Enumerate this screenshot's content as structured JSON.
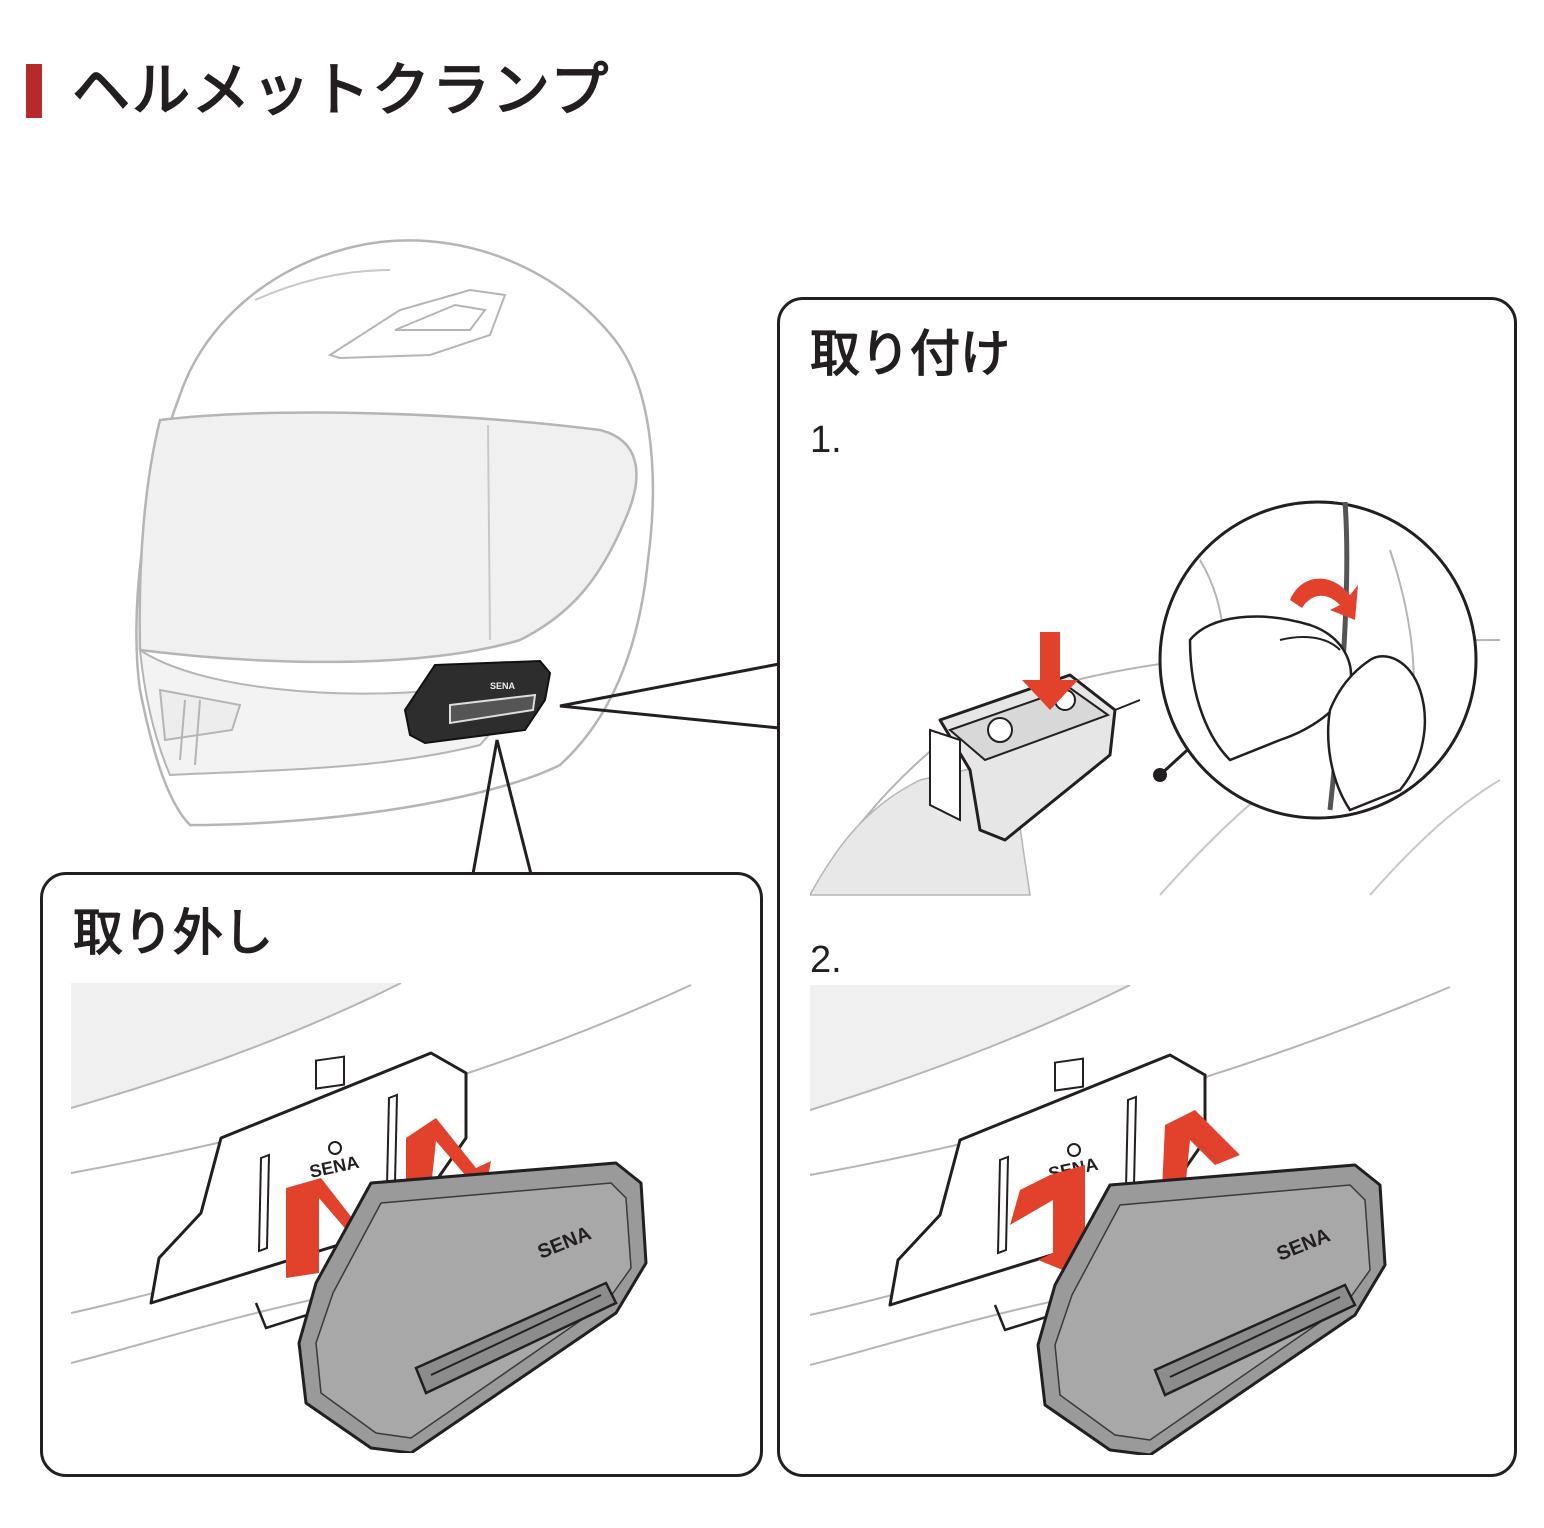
{
  "page": {
    "title": "ヘルメットクランプ",
    "accent_color": "#b52a2a",
    "arrow_color": "#e2412b"
  },
  "removal": {
    "title": "取り外し"
  },
  "attachment": {
    "title": "取り付け",
    "steps": [
      {
        "number": "1."
      },
      {
        "number": "2."
      }
    ]
  },
  "illustrations": {
    "helmet": {
      "brand": "SENA"
    },
    "removal": {
      "brand": "SENA",
      "clamp_brand": "SENA"
    },
    "step2": {
      "brand": "SENA",
      "clamp_brand": "SENA"
    }
  }
}
